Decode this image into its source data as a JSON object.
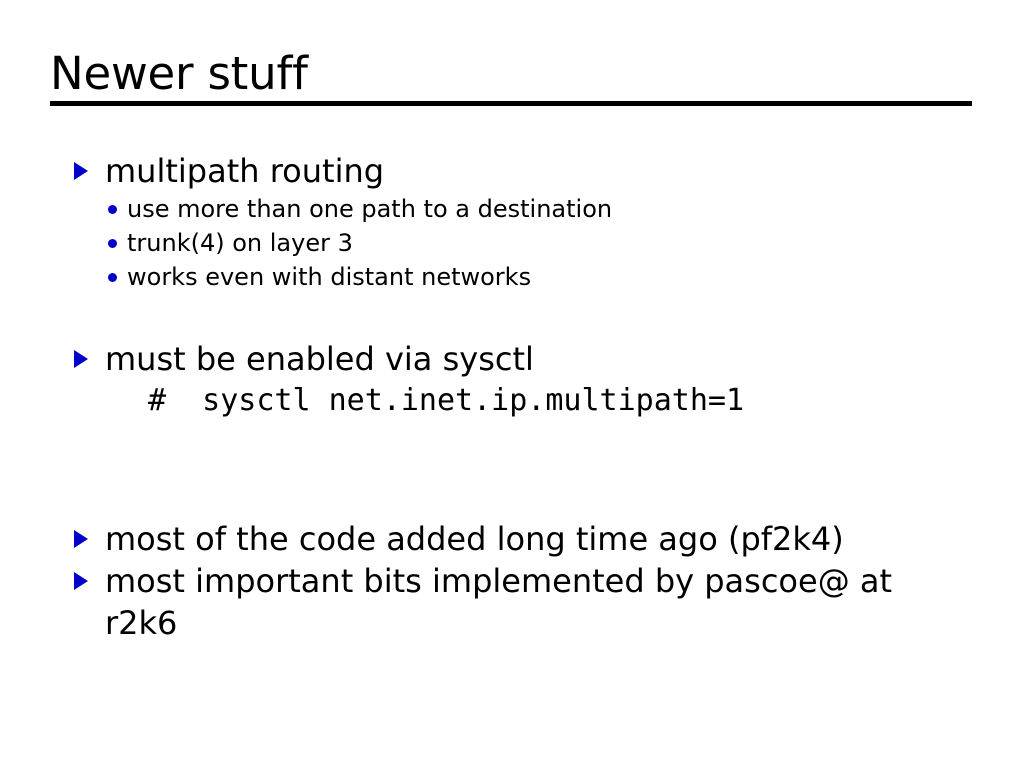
{
  "slide": {
    "title": "Newer stuff",
    "background_color": "#ffffff",
    "text_color": "#000000",
    "bullet_color": "#0000c8",
    "rule_color": "#000000"
  },
  "content": {
    "group1": {
      "heading": "multipath routing",
      "sub_items": [
        "use more than one path to a destination",
        "trunk(4) on layer 3",
        "works even with distant networks"
      ]
    },
    "group2": {
      "heading": "must be enabled via sysctl",
      "code": "#  sysctl net.inet.ip.multipath=1"
    },
    "group3": {
      "items": [
        "most of the code added long time ago (pf2k4)",
        "most important bits implemented by pascoe@ at r2k6"
      ]
    }
  }
}
